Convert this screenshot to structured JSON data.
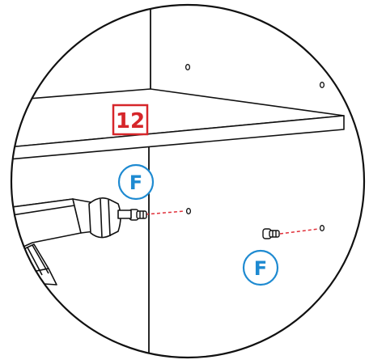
{
  "step": {
    "number": "12"
  },
  "parts": [
    {
      "label": "F"
    },
    {
      "label": "F"
    }
  ],
  "colors": {
    "step_badge": "#d6262a",
    "part_badge": "#1e8ad1",
    "insert_guide": "#e0303a",
    "line_art": "#111111",
    "background": "#ffffff"
  }
}
